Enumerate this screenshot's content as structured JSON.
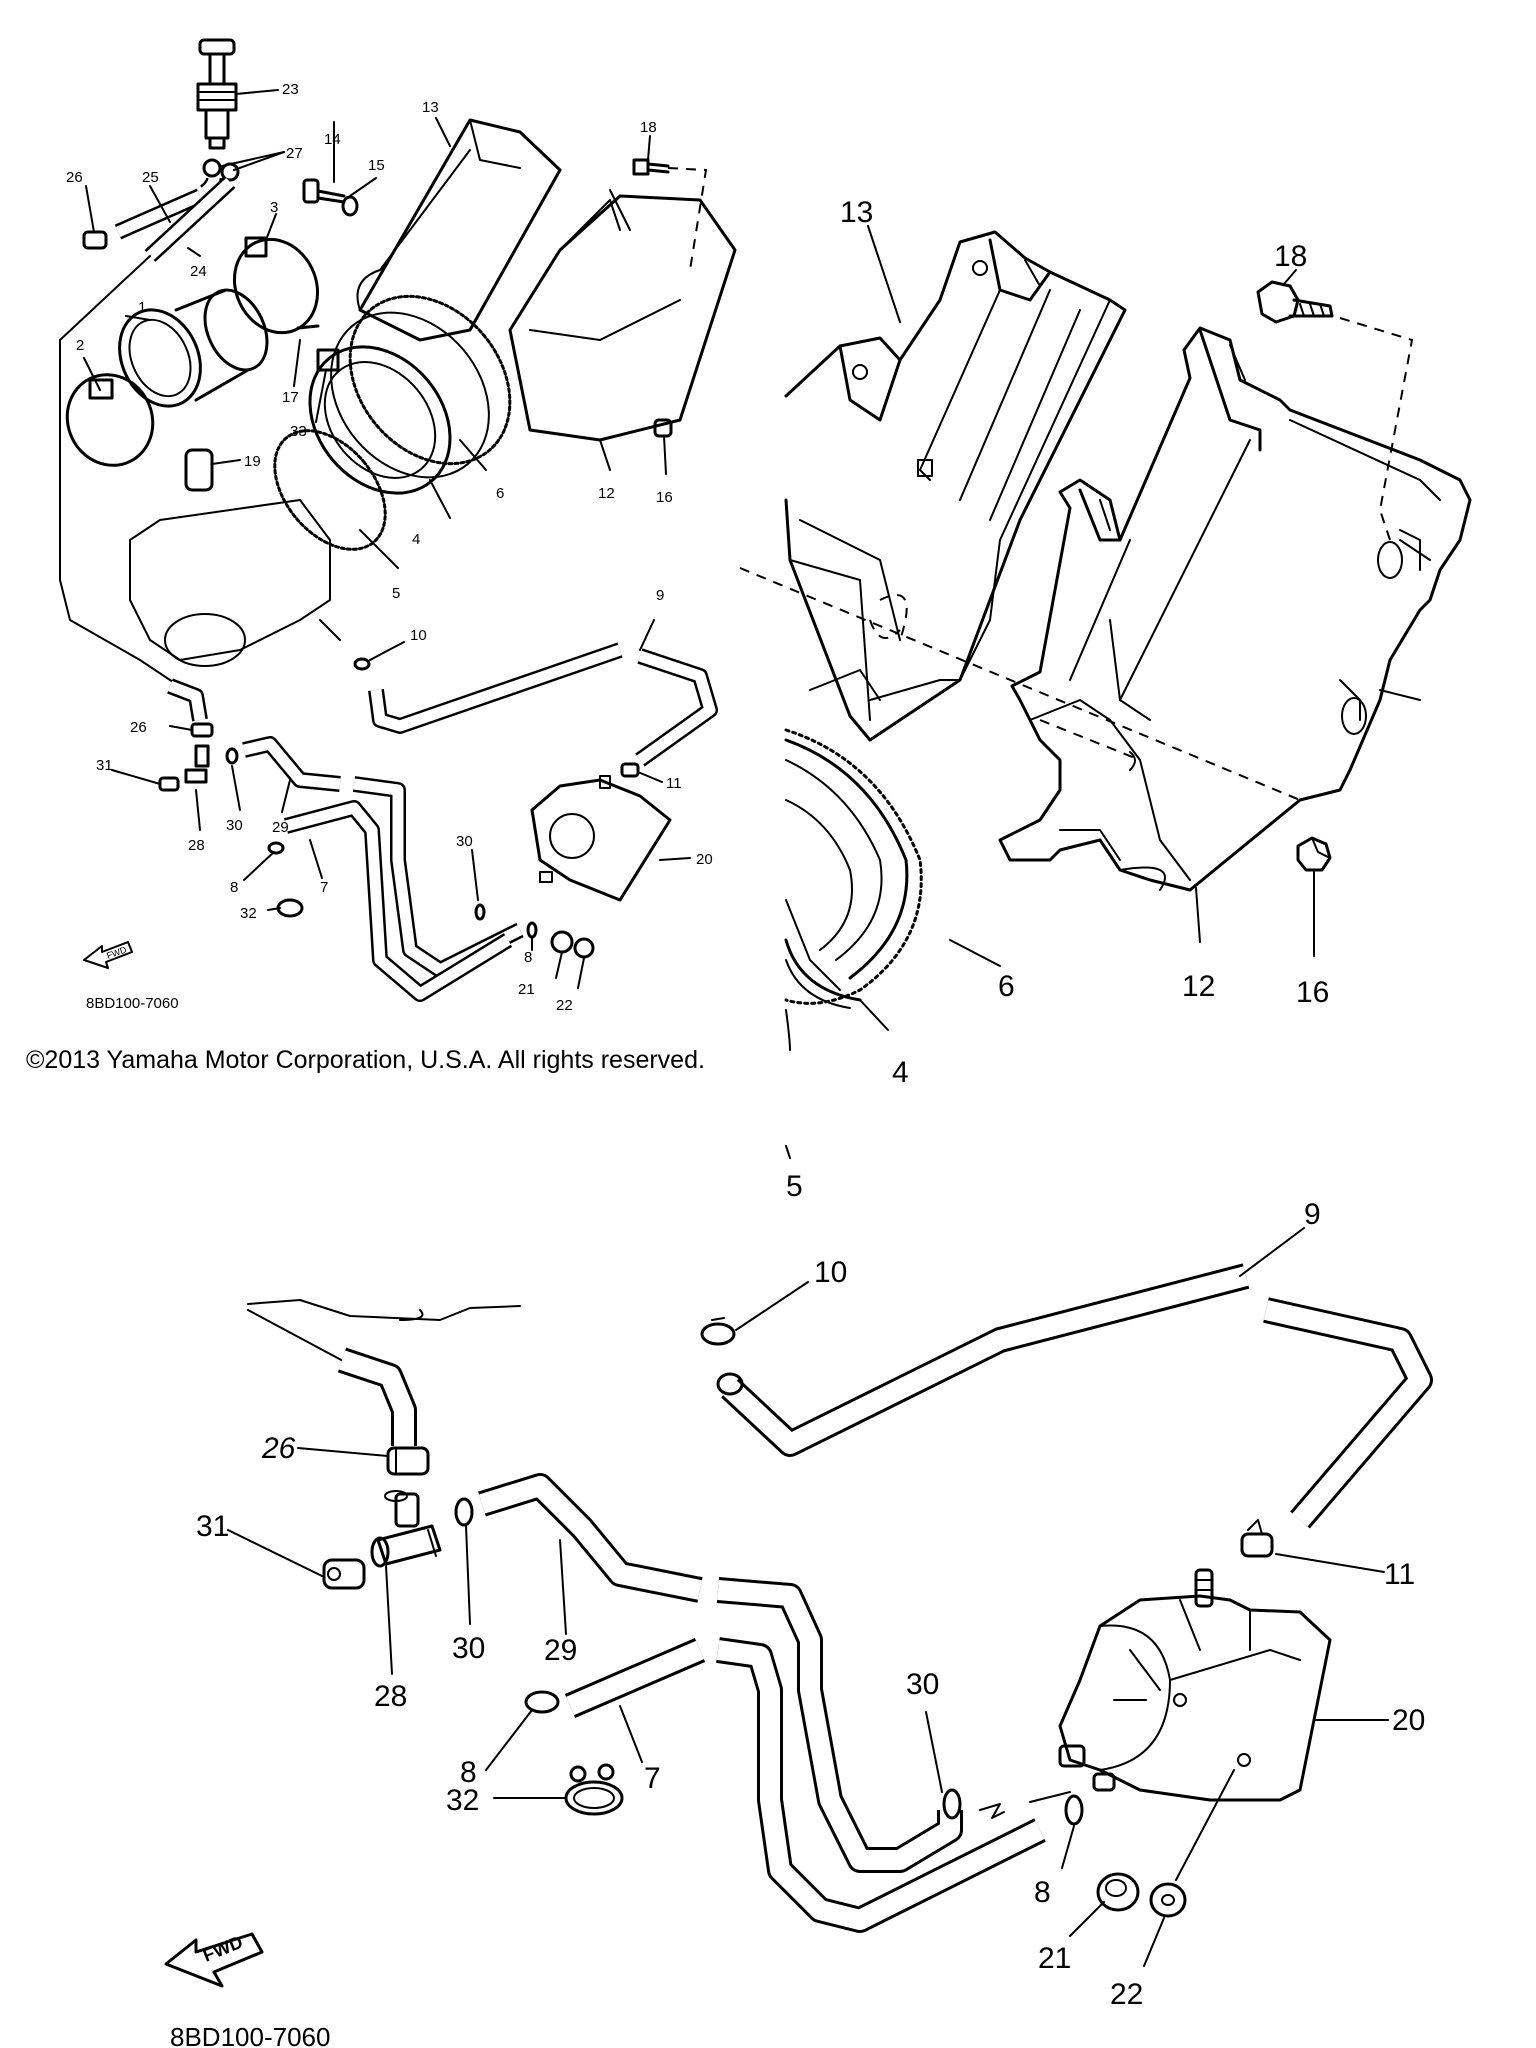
{
  "copyright": "©2013 Yamaha Motor Corporation, U.S.A. All rights reserved.",
  "diagram_code": "8BD100-7060",
  "fwd_label": "FWD",
  "overview_labels": [
    "1",
    "2",
    "3",
    "4",
    "5",
    "6",
    "7",
    "8",
    "8",
    "9",
    "10",
    "11",
    "12",
    "13",
    "14",
    "15",
    "16",
    "17",
    "18",
    "19",
    "20",
    "21",
    "22",
    "23",
    "24",
    "25",
    "26",
    "26",
    "27",
    "28",
    "29",
    "30",
    "30",
    "31",
    "32",
    "33"
  ],
  "detail_top": {
    "labels": [
      "13",
      "18",
      "12",
      "16",
      "6",
      "4",
      "5"
    ]
  },
  "detail_bottom": {
    "labels": [
      "9",
      "10",
      "11",
      "26",
      "31",
      "30",
      "28",
      "29",
      "20",
      "30",
      "8",
      "7",
      "32",
      "8",
      "21",
      "22"
    ]
  }
}
